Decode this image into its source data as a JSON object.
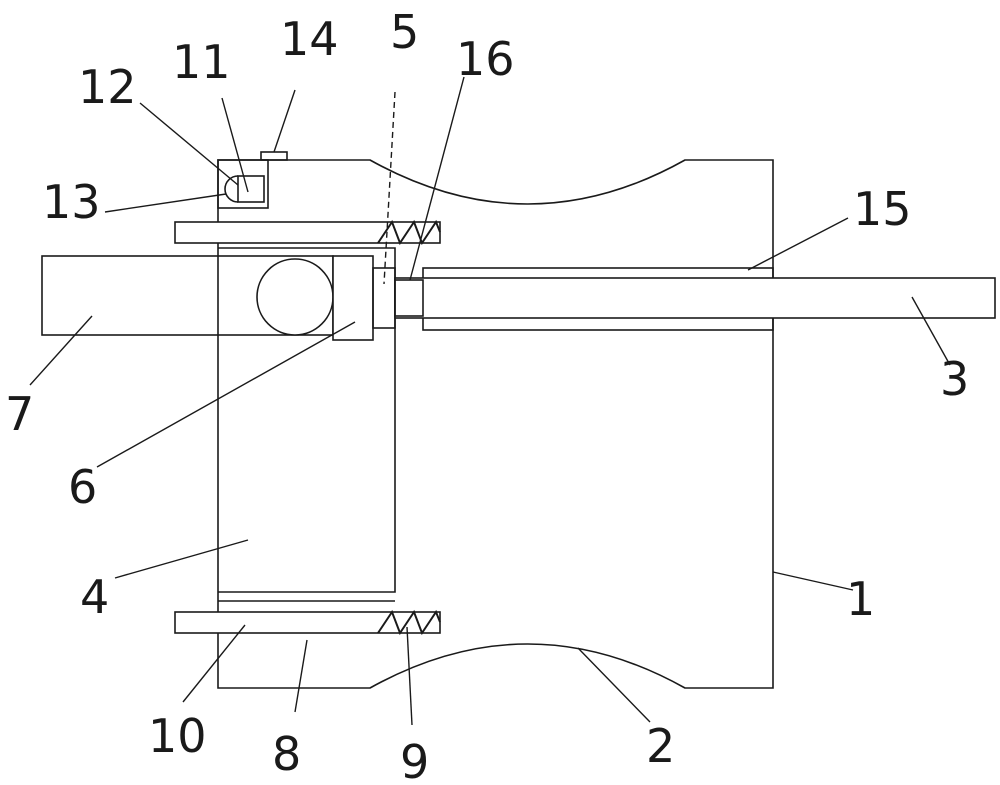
{
  "labels": {
    "l1": "1",
    "l2": "2",
    "l3": "3",
    "l4": "4",
    "l5": "5",
    "l6": "6",
    "l7": "7",
    "l8": "8",
    "l9": "9",
    "l10": "10",
    "l11": "11",
    "l12": "12",
    "l13": "13",
    "l14": "14",
    "l15": "15",
    "l16": "16"
  },
  "colors": {
    "stroke": "#1a1a1a",
    "background": "#ffffff"
  }
}
